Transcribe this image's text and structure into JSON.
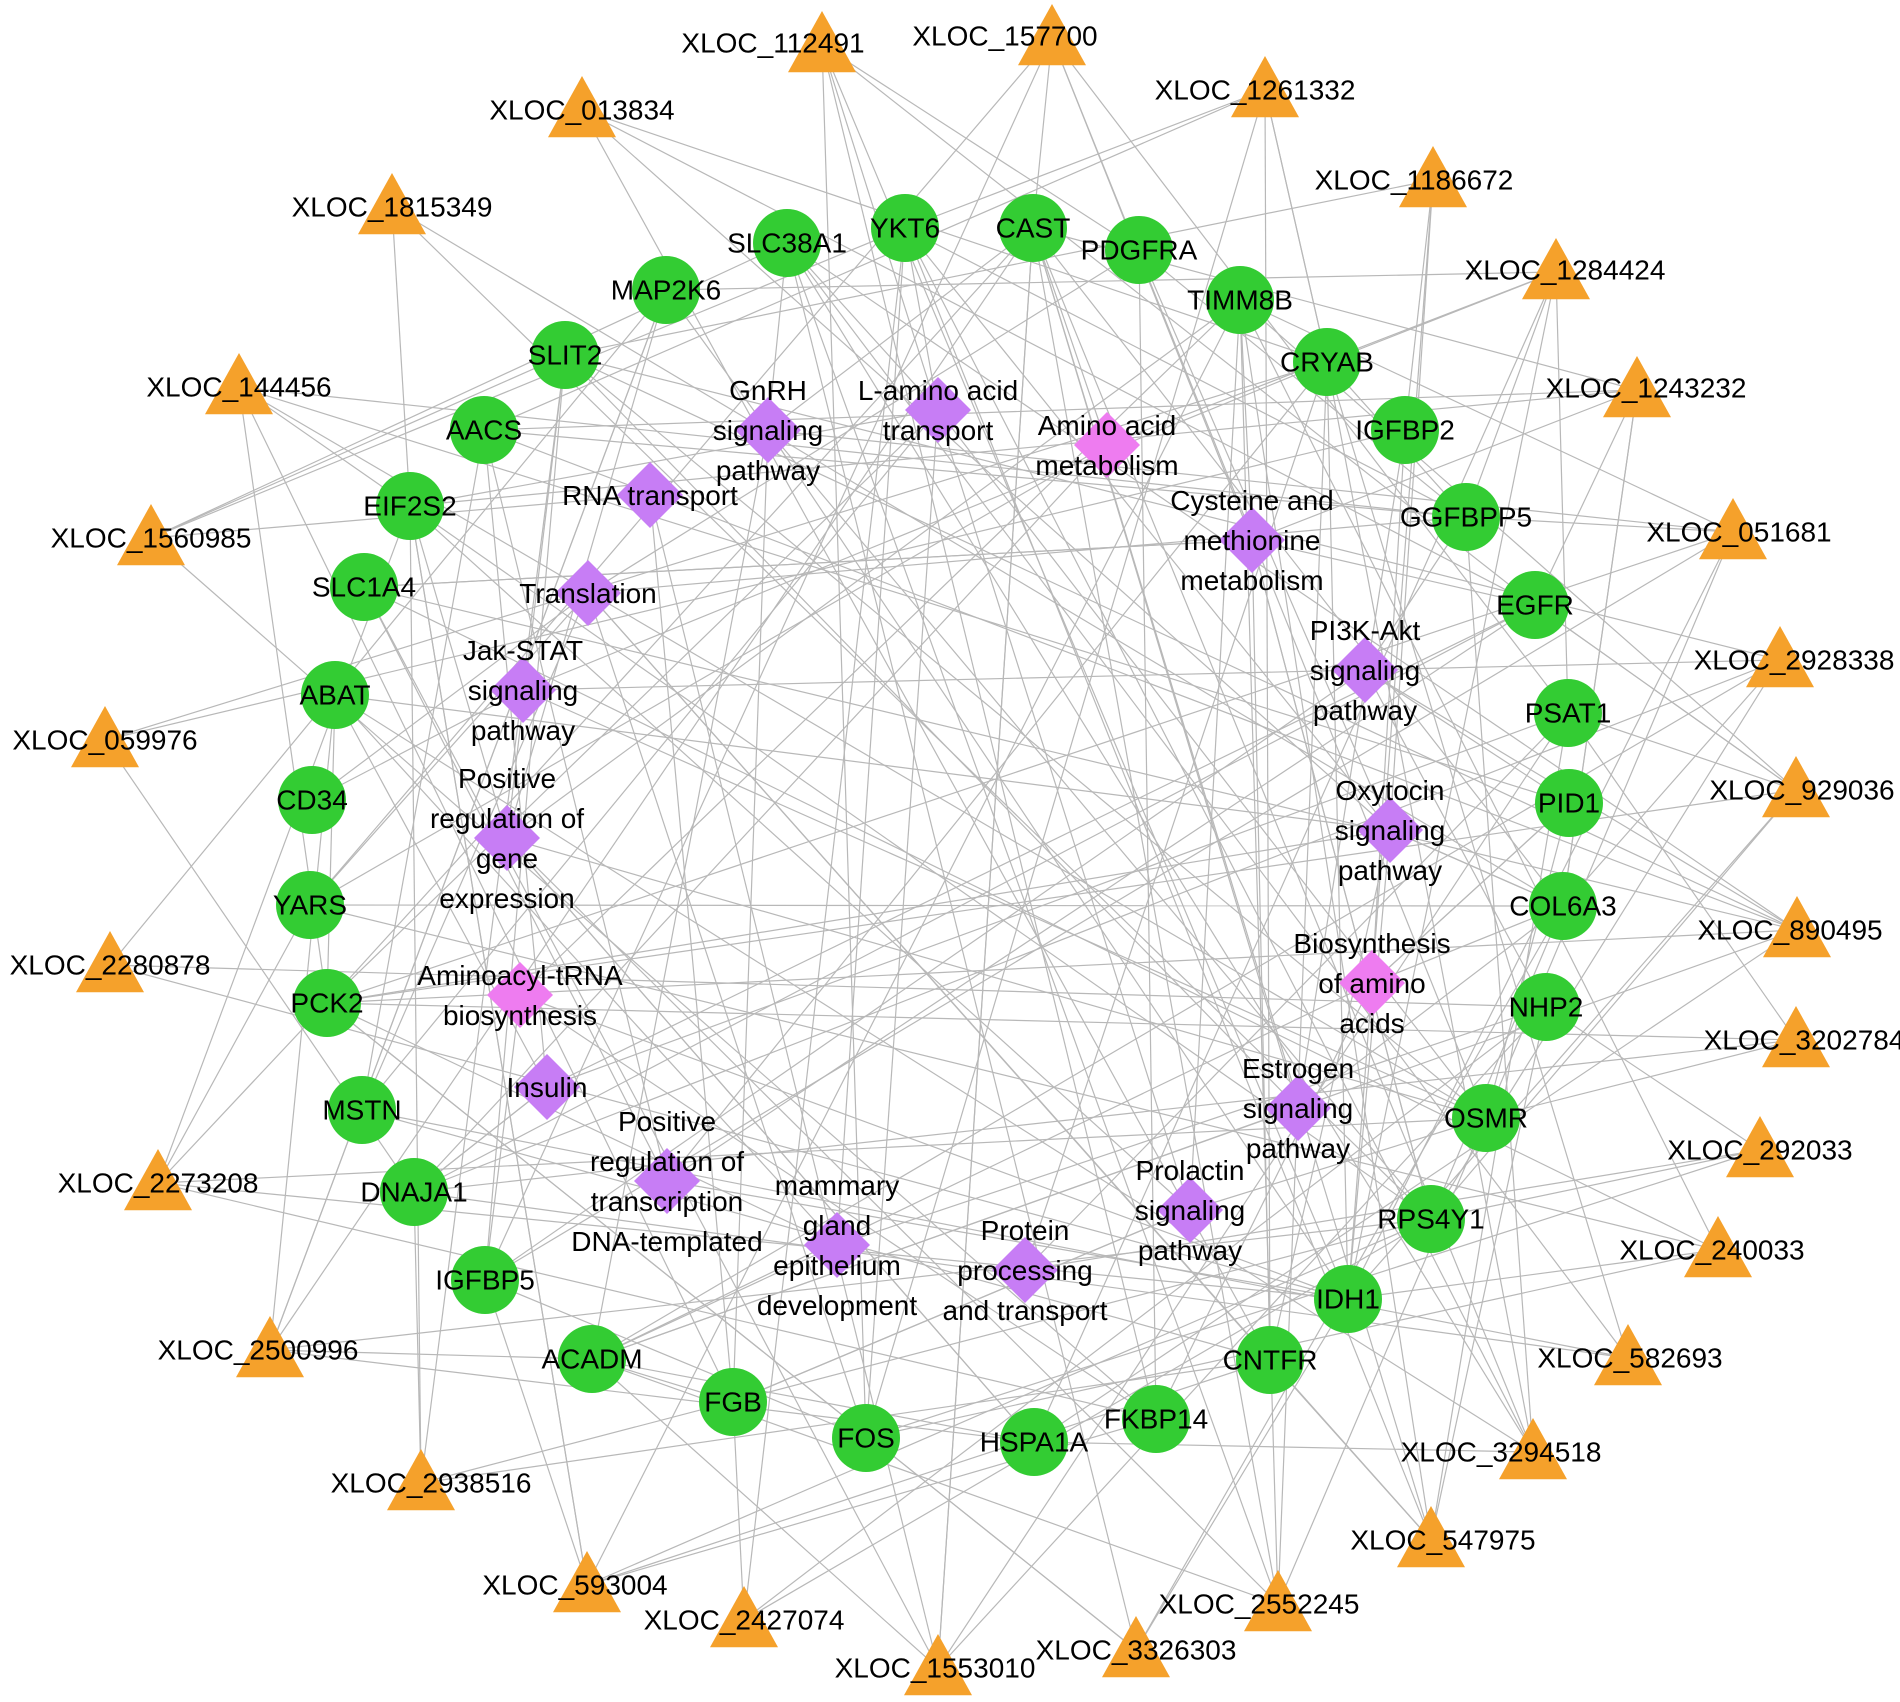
{
  "colors": {
    "gene": "#33cc33",
    "lncrna": "#f5a12b",
    "pathway": "#c77df5",
    "pathway_alt": "#ee7cf0",
    "edge": "#b8b8b8"
  },
  "shapes": {
    "gene": "circle",
    "lncrna": "triangle",
    "pathway": "diamond"
  },
  "genes": [
    "SLC38A1",
    "YKT6",
    "CAST",
    "PDGFRA",
    "TIMM8B",
    "CRYAB",
    "IGFBP2",
    "GGFBPP5",
    "EGFR",
    "PSAT1",
    "PID1",
    "COL6A3",
    "NHP2",
    "OSMR",
    "RPS4Y1",
    "IDH1",
    "CNTFR",
    "FKBP14",
    "HSPA1A",
    "FOS",
    "FGB",
    "ACADM",
    "IGFBP5",
    "DNAJA1",
    "MSTN",
    "PCK2",
    "YARS",
    "CD34",
    "ABAT",
    "SLC1A4",
    "EIF2S2",
    "AACS",
    "SLIT2",
    "MAP2K6"
  ],
  "lncrnas": [
    "XLOC_112491",
    "XLOC_157700",
    "XLOC_1261332",
    "XLOC_1186672",
    "XLOC_1284424",
    "XLOC_1243232",
    "XLOC_051681",
    "XLOC_2928338",
    "XLOC_929036",
    "XLOC_890495",
    "XLOC_3202784",
    "XLOC_292033",
    "XLOC_240033",
    "XLOC_582693",
    "XLOC_3294518",
    "XLOC_547975",
    "XLOC_2552245",
    "XLOC_3326303",
    "XLOC_1553010",
    "XLOC_2427074",
    "XLOC_593004",
    "XLOC_2938516",
    "XLOC_2500996",
    "XLOC_2273208",
    "XLOC_2280878",
    "XLOC_059976",
    "XLOC_1560985",
    "XLOC_144456",
    "XLOC_1815349",
    "XLOC_013834"
  ],
  "pathways": [
    {
      "lines": [
        "GnRH",
        "signaling",
        "pathway"
      ]
    },
    {
      "lines": [
        "L-amino acid",
        "transport"
      ]
    },
    {
      "lines": [
        "Amino acid",
        "metabolism"
      ],
      "alt": true
    },
    {
      "lines": [
        "RNA transport"
      ]
    },
    {
      "lines": [
        "Cysteine and",
        "methionine",
        "metabolism"
      ]
    },
    {
      "lines": [
        "Translation"
      ]
    },
    {
      "lines": [
        "PI3K-Akt",
        "signaling",
        "pathway"
      ]
    },
    {
      "lines": [
        "Jak-STAT",
        "signaling",
        "pathway"
      ]
    },
    {
      "lines": [
        "Positive",
        "regulation of",
        "gene",
        "expression"
      ]
    },
    {
      "lines": [
        "Oxytocin",
        "signaling",
        "pathway"
      ]
    },
    {
      "lines": [
        "Biosynthesis",
        "of amino",
        "acids"
      ],
      "alt": true
    },
    {
      "lines": [
        "Aminoacyl-tRNA",
        "biosynthesis"
      ],
      "alt": true
    },
    {
      "lines": [
        "Insulin"
      ]
    },
    {
      "lines": [
        "Estrogen",
        "signaling",
        "pathway"
      ]
    },
    {
      "lines": [
        "Positive",
        "regulation of",
        "transcription",
        "DNA-templated"
      ]
    },
    {
      "lines": [
        "Prolactin",
        "signaling",
        "pathway"
      ]
    },
    {
      "lines": [
        "mammary",
        "gland",
        "epithelium",
        "development"
      ]
    },
    {
      "lines": [
        "Protein",
        "processing",
        "and transport"
      ]
    }
  ]
}
